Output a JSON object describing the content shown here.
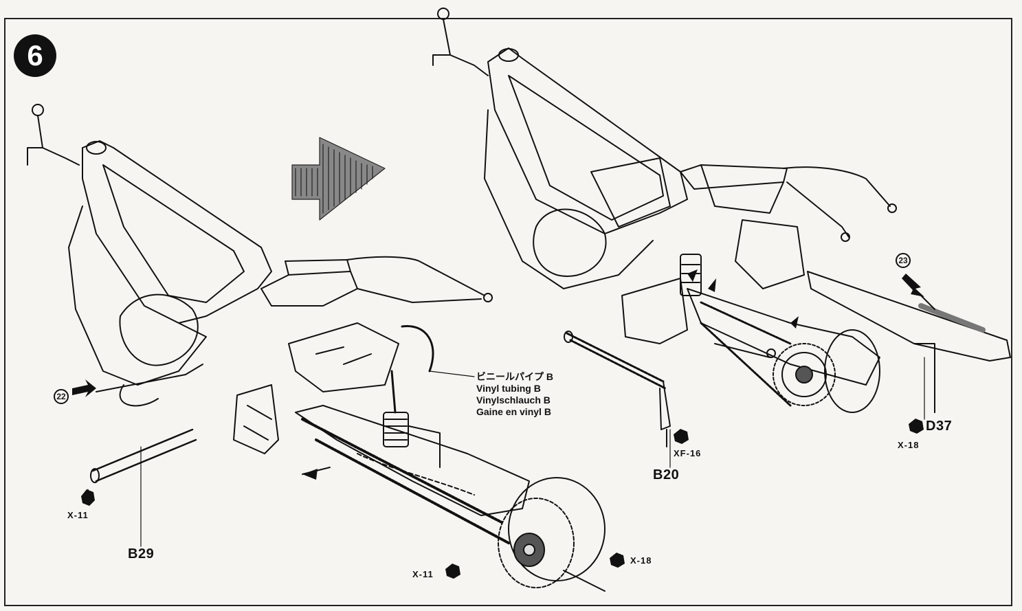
{
  "step": {
    "number": "6"
  },
  "refs": {
    "left": "22",
    "right": "23"
  },
  "tubing": {
    "jp": "ビニールパイプ B",
    "en": "Vinyl tubing B",
    "de": "Vinylschlauch B",
    "fr": "Gaine en vinyl B"
  },
  "parts": {
    "b29": "B29",
    "b20": "B20",
    "d37": "D37"
  },
  "paints": {
    "x11_left": "X-11",
    "x11_bottom": "X-11",
    "x18_bottom": "X-18",
    "xf16": "XF-16",
    "x18_right": "X-18"
  },
  "colors": {
    "ink": "#111111",
    "paper": "#f6f5f1"
  }
}
